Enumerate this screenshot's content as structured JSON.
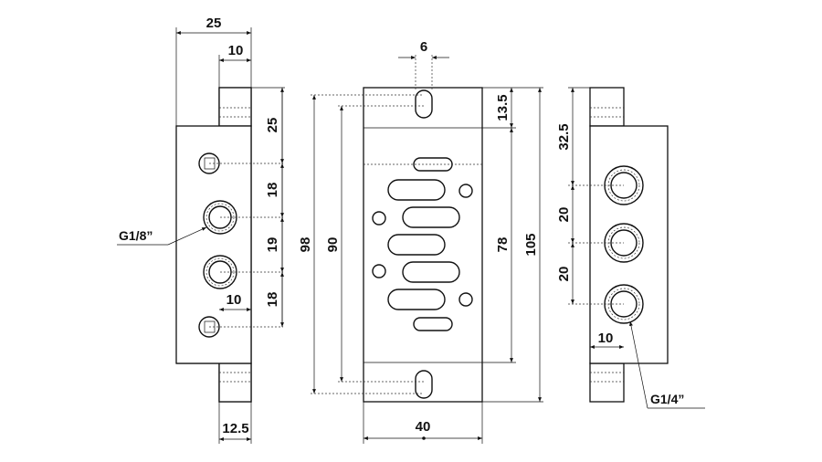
{
  "left_view": {
    "dim_top_width": "25",
    "dim_top_inner": "10",
    "dim_v1": "25",
    "dim_v2": "18",
    "dim_v3": "19",
    "dim_v4": "18",
    "dim_inner_width": "10",
    "dim_bottom": "12.5",
    "thread_label": "G1/8”"
  },
  "front_view": {
    "dim_slot": "6",
    "dim_top_offset": "13.5",
    "dim_height_outer": "98",
    "dim_height_inner": "90",
    "dim_height_78": "78",
    "dim_height_105": "105",
    "dim_width": "40"
  },
  "right_view": {
    "dim_top": "32.5",
    "dim_pitch1": "20",
    "dim_pitch2": "20",
    "dim_width": "10",
    "thread_label": "G1/4”"
  }
}
